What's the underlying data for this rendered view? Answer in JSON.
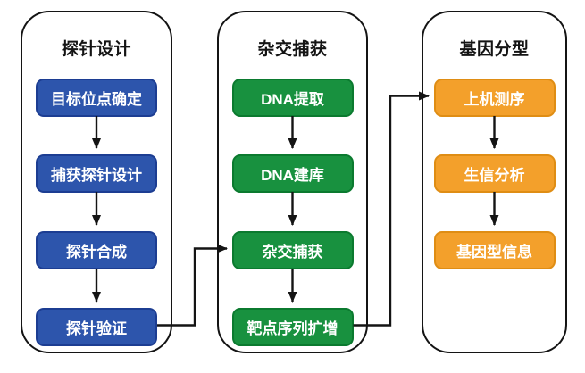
{
  "diagram": {
    "columns": [
      {
        "title": "探针设计",
        "theme": "blue",
        "steps": [
          "目标位点确定",
          "捕获探针设计",
          "探针合成",
          "探针验证"
        ]
      },
      {
        "title": "杂交捕获",
        "theme": "green",
        "steps": [
          "DNA提取",
          "DNA建库",
          "杂交捕获",
          "靶点序列扩增"
        ]
      },
      {
        "title": "基因分型",
        "theme": "orange",
        "steps": [
          "上机测序",
          "生信分析",
          "基因型信息"
        ]
      }
    ],
    "connectors": [
      {
        "from": "探针验证",
        "to": "杂交捕获"
      },
      {
        "from": "靶点序列扩增",
        "to": "上机测序"
      }
    ],
    "colors": {
      "blue_fill": "#2d55ac",
      "blue_border": "#1c3d92",
      "green_fill": "#18913f",
      "green_border": "#0b7a2f",
      "orange_fill": "#f3a02b",
      "orange_border": "#df8d14",
      "outline": "#141414",
      "step_text": "#ffffff",
      "title_text": "#141414"
    }
  }
}
